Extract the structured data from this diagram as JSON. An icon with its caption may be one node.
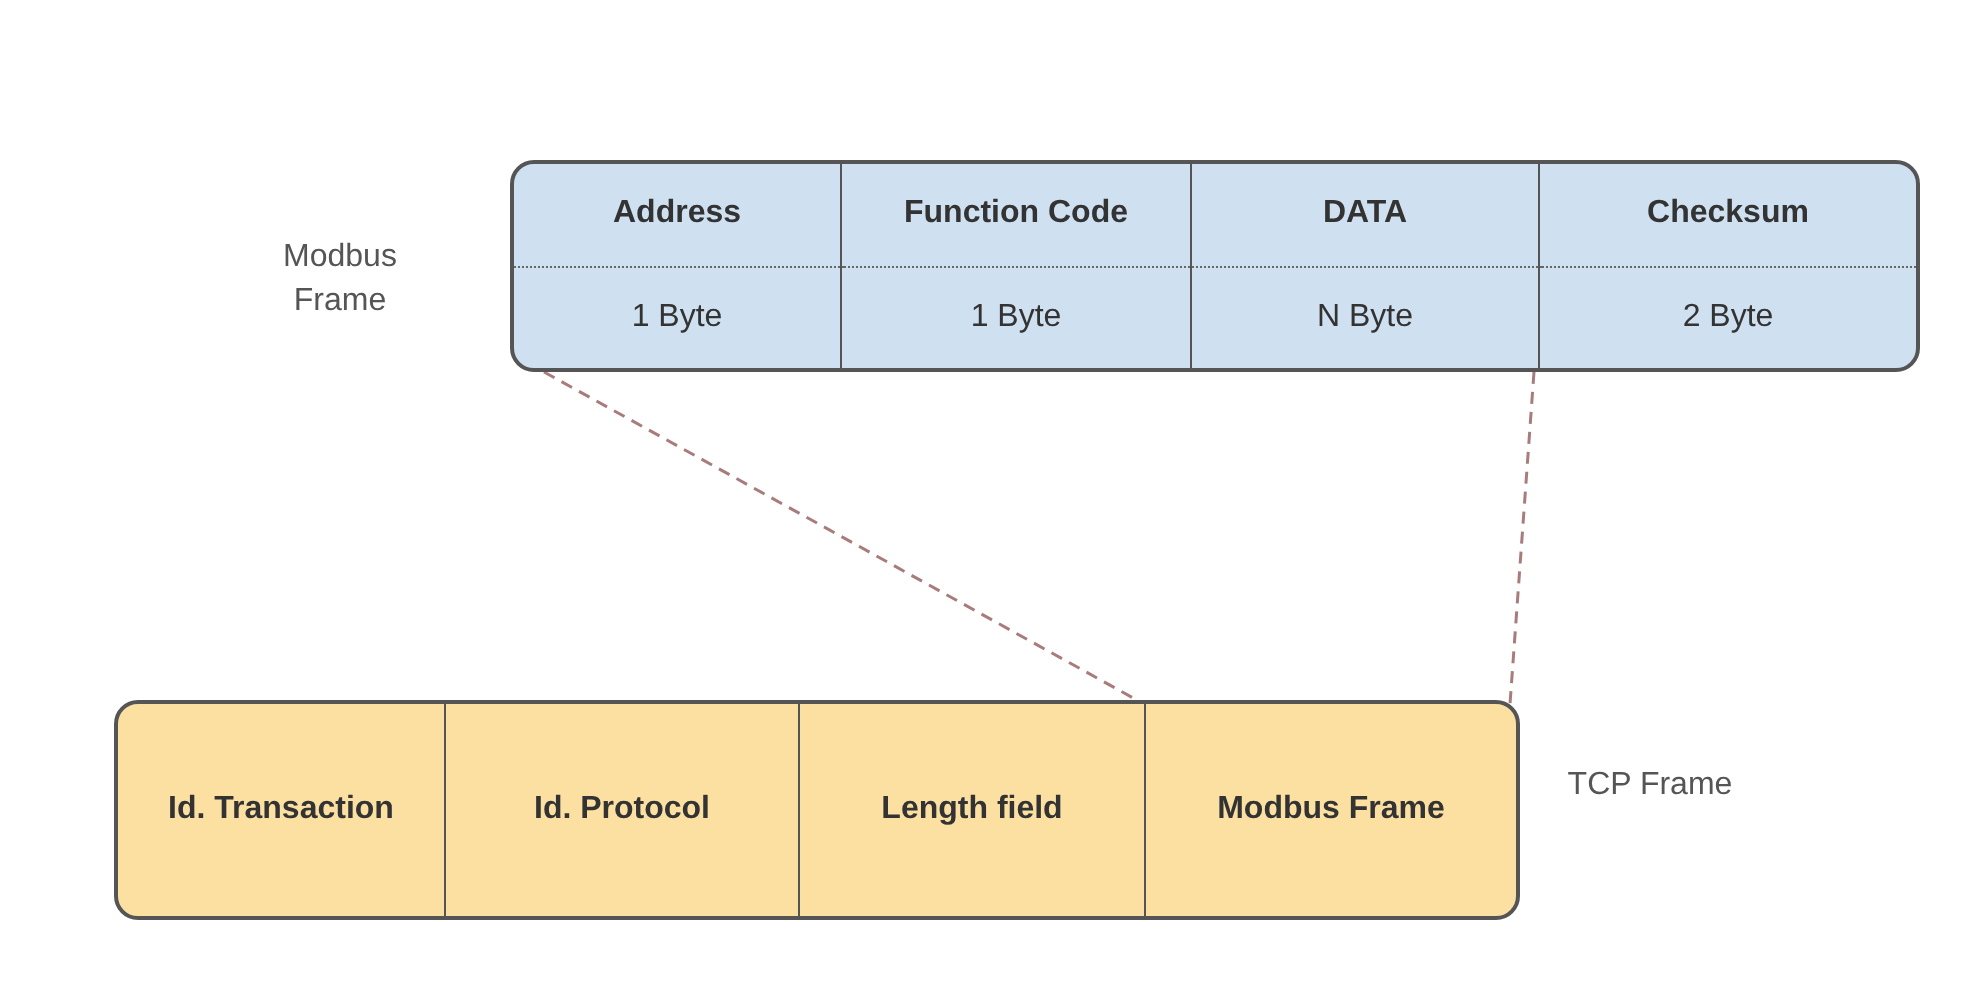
{
  "diagram": {
    "nodes": [
      {
        "text": [],
        "shape": "box",
        "beside": [
          "Modbus Frame"
        ]
      },
      {
        "text": [
          "Address",
          "1 Byte"
        ],
        "in": 0
      },
      {
        "text": [
          "Function Code",
          "1 Byte"
        ],
        "in": 0
      },
      {
        "text": [
          "DATA",
          "N Byte"
        ],
        "in": 0
      },
      {
        "text": [
          "Checksum",
          "2 Byte"
        ],
        "in": 0
      },
      {
        "text": [],
        "shape": "box",
        "beside": [
          "TCP Frame"
        ]
      },
      {
        "text": [
          "Id. Transaction"
        ],
        "in": 5
      },
      {
        "text": [
          "Id. Protocol"
        ],
        "in": 5
      },
      {
        "text": [
          "Length field"
        ],
        "in": 5
      },
      {
        "text": [
          "Modbus Frame"
        ],
        "in": 5
      }
    ],
    "edges": [
      {
        "from": 0,
        "to": 9,
        "arrow": "none",
        "style": "dashed"
      },
      {
        "from": 0,
        "to": 9,
        "arrow": "none",
        "style": "dashed"
      }
    ]
  }
}
